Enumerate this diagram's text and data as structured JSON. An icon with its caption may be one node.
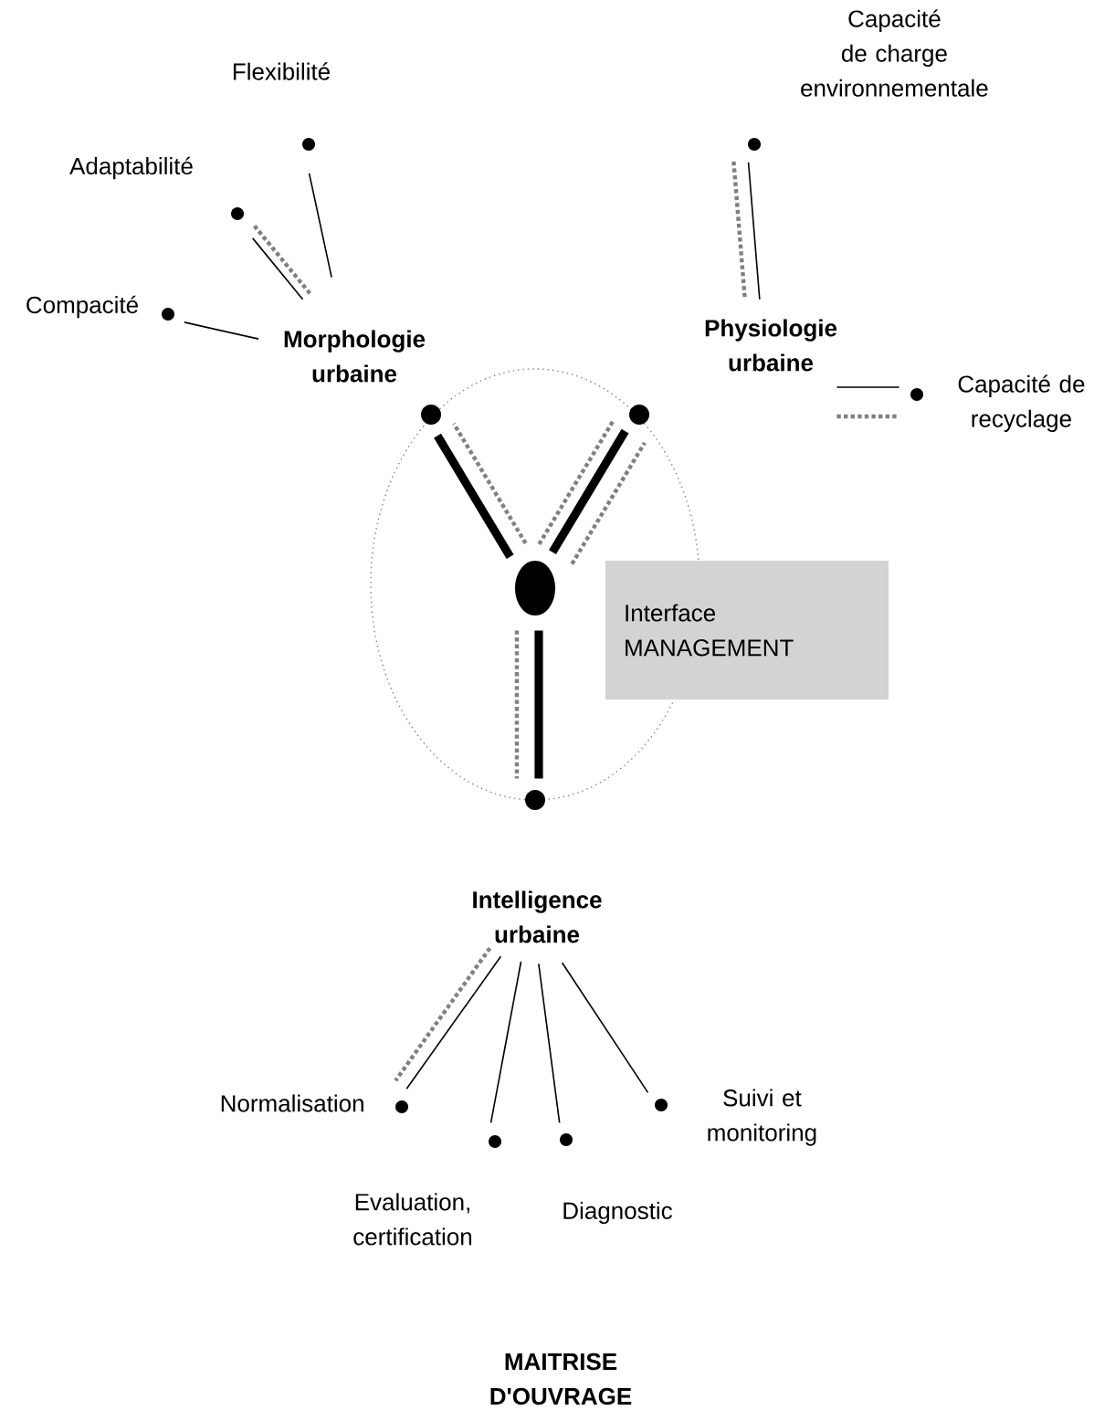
{
  "diagram": {
    "nodes": [
      {
        "text": [
          "Morphologie urbaine"
        ]
      },
      {
        "text": [],
        "shape": "circle",
        "beside": [
          "Flexibilité"
        ]
      },
      {
        "text": [],
        "shape": "circle",
        "beside": [
          "Adaptabilité"
        ]
      },
      {
        "text": [],
        "shape": "circle",
        "beside": [
          "Compacité"
        ]
      },
      {
        "text": [
          "Physiologie urbaine"
        ]
      },
      {
        "text": [],
        "shape": "circle",
        "beside": [
          "Capacité de charge environnementale"
        ]
      },
      {
        "text": [],
        "shape": "circle",
        "beside": [
          "Capacité de recyclage"
        ]
      },
      {
        "text": [],
        "shape": "circle"
      },
      {
        "text": [],
        "shape": "circle"
      },
      {
        "text": [],
        "shape": "circle"
      },
      {
        "text": [
          "Interface MANAGEMENT"
        ]
      },
      {
        "text": [],
        "shape": "circle"
      },
      {
        "text": [
          "Intelligence urbaine"
        ]
      },
      {
        "text": [],
        "shape": "circle",
        "beside": [
          "Normalisation"
        ]
      },
      {
        "text": [],
        "shape": "circle",
        "beside": [
          "Evaluation, certification"
        ]
      },
      {
        "text": [],
        "shape": "circle",
        "beside": [
          "Diagnostic"
        ]
      },
      {
        "text": [],
        "shape": "circle",
        "beside": [
          "Suivi et monitoring"
        ]
      }
    ],
    "edges": [
      {
        "from": 0,
        "to": 1,
        "arrow": "none"
      },
      {
        "from": 0,
        "to": 2,
        "arrow": "none",
        "style": "dashed",
        "color": "#808080"
      },
      {
        "from": 0,
        "to": 2,
        "arrow": "none"
      },
      {
        "from": 0,
        "to": 3,
        "arrow": "none"
      },
      {
        "from": 4,
        "to": 5,
        "arrow": "none",
        "style": "dashed",
        "color": "#808080"
      },
      {
        "from": 4,
        "to": 5,
        "arrow": "none"
      },
      {
        "from": 4,
        "to": 6,
        "arrow": "none"
      },
      {
        "from": 4,
        "to": 6,
        "arrow": "none",
        "style": "dashed",
        "color": "#808080"
      },
      {
        "from": 9,
        "to": 7,
        "arrow": "none",
        "style": "thick"
      },
      {
        "from": 9,
        "to": 7,
        "arrow": "none",
        "style": "dashed",
        "color": "#808080"
      },
      {
        "from": 9,
        "to": 8,
        "arrow": "none",
        "style": "dashed",
        "color": "#808080"
      },
      {
        "from": 9,
        "to": 8,
        "arrow": "none",
        "style": "thick"
      },
      {
        "from": 9,
        "to": 8,
        "arrow": "none",
        "style": "dashed",
        "color": "#808080"
      },
      {
        "from": 9,
        "to": 11,
        "arrow": "none",
        "style": "dashed",
        "color": "#808080"
      },
      {
        "from": 9,
        "to": 11,
        "arrow": "none",
        "style": "thick"
      },
      {
        "from": 12,
        "to": 13,
        "arrow": "none",
        "style": "dashed",
        "color": "#808080"
      },
      {
        "from": 12,
        "to": 13,
        "arrow": "none"
      },
      {
        "from": 12,
        "to": 14,
        "arrow": "none"
      },
      {
        "from": 12,
        "to": 15,
        "arrow": "none"
      },
      {
        "from": 12,
        "to": 16,
        "arrow": "none"
      }
    ],
    "labels": [
      "MAITRISE D'OUVRAGE"
    ]
  }
}
